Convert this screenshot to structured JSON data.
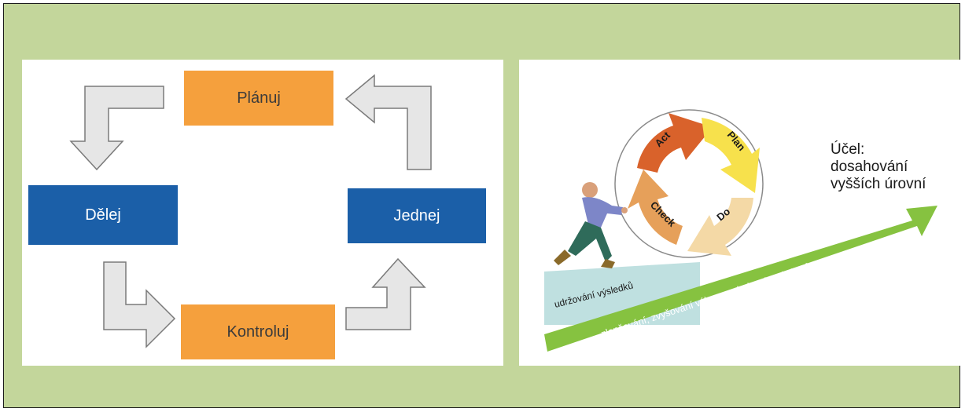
{
  "left_diagram": {
    "steps": {
      "plan": "Plánuj",
      "do": "Dělej",
      "act": "Jednej",
      "check": "Kontroluj"
    },
    "colors": {
      "plan_check": "#f5a03d",
      "do_act": "#1b5fa8",
      "arrow_fill": "#e6e6e6",
      "arrow_stroke": "#7a7a7a"
    }
  },
  "right_diagram": {
    "wheel": [
      "Act",
      "Plan",
      "Do",
      "Check"
    ],
    "wheel_colors": {
      "act": "#d9622b",
      "plan": "#f7e14c",
      "do": "#f4d9a6",
      "check": "#e6a05a"
    },
    "goal_lines": [
      "Účel:",
      "dosahování",
      "vyšších úrovní"
    ],
    "wedge_label": "udržování výsledků",
    "slope_label": "zlepšování, zvyšování výkonnosti, dosahování cílů",
    "colors": {
      "wedge": "#bfe0e0",
      "slope": "#86c240"
    }
  },
  "colors": {
    "background": "#c3d69b"
  }
}
